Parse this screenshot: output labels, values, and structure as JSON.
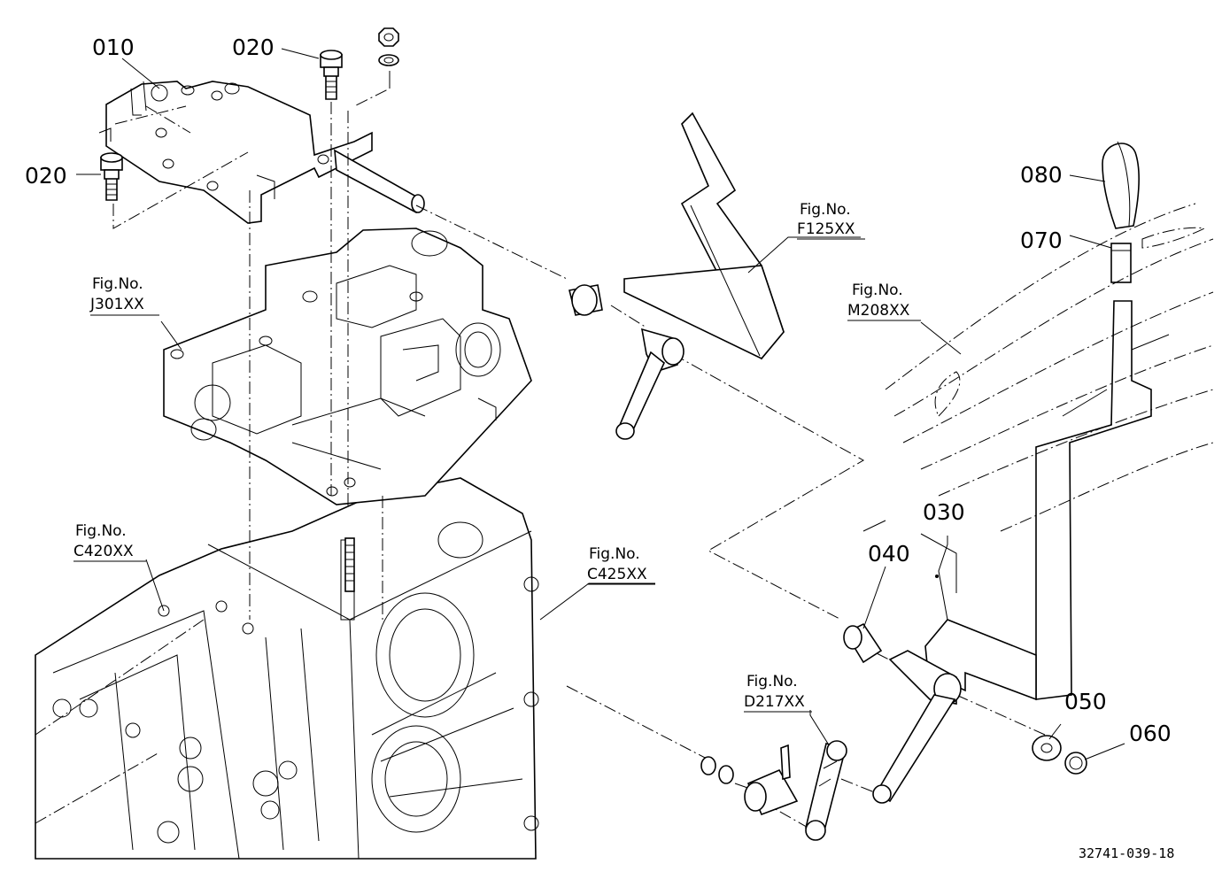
{
  "part_labels": [
    {
      "id": "p010",
      "text": "010"
    },
    {
      "id": "p020a",
      "text": "020"
    },
    {
      "id": "p020b",
      "text": "020"
    },
    {
      "id": "p030",
      "text": "030"
    },
    {
      "id": "p040",
      "text": "040"
    },
    {
      "id": "p050",
      "text": "050"
    },
    {
      "id": "p060",
      "text": "060"
    },
    {
      "id": "p070",
      "text": "070"
    },
    {
      "id": "p080",
      "text": "080"
    }
  ],
  "figure_refs": [
    {
      "id": "f125",
      "prefix": "Fig.No.",
      "code": "F125XX"
    },
    {
      "id": "j301",
      "prefix": "Fig.No.",
      "code": "J301XX"
    },
    {
      "id": "m208",
      "prefix": "Fig.No.",
      "code": "M208XX"
    },
    {
      "id": "c420",
      "prefix": "Fig.No.",
      "code": "C420XX"
    },
    {
      "id": "c425",
      "prefix": "Fig.No.",
      "code": "C425XX"
    },
    {
      "id": "d217",
      "prefix": "Fig.No.",
      "code": "D217XX"
    }
  ],
  "diagram_code": "32741-039-18"
}
